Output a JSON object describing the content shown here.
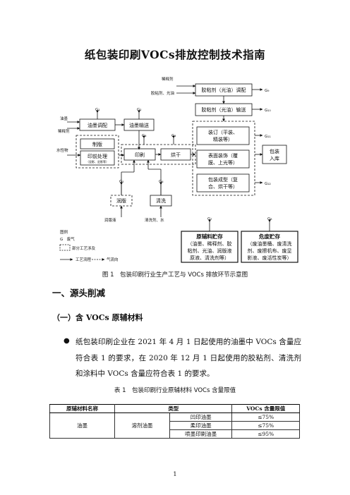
{
  "doc": {
    "title": "纸包装印刷VOCs排放控制技术指南",
    "figure_caption": "图 1　包装印刷行业生产工艺与 VOCs 排放环节示意图",
    "section_heading": "一、源头削减",
    "subsection_heading": "（一）含 VOCs 原辅材料",
    "bullet_symbol": "●",
    "paragraph": "纸包装印刷企业在 2021 年 4 月 1 日起使用的油墨中 VOCs 含量应符合表 1 的要求，在 2020 年 12 月 1 日起使用的胶粘剂、清洗剂和涂料中 VOCs 含量应符合表 1 的要求。",
    "table_caption": "表 1　包装印刷行业原辅材料 VOCs 含量限值",
    "page_number": "1"
  },
  "flow": {
    "inputs": {
      "thinner": "稀释剂",
      "glue": "胶粘剂、光油",
      "ink": "油墨",
      "ink_thinner": "稀释剂",
      "water_based": "水性物",
      "fountain": "润版液",
      "cleaning": "清洗剂、水"
    },
    "boxes": {
      "glue_mix": "胶粘剂（光油）调配",
      "glue_feed": "胶粘剂（光油）输送",
      "ink_mix": "油墨调配",
      "ink_feed": "油墨输送",
      "plate_making": "制版",
      "prepress": "印前处理",
      "prepress_sub": "（显影、定影等）",
      "printing": "印刷",
      "drying": "烘干",
      "dampening": "润版",
      "cleaning": "清洗",
      "binding_l1": "装订（平装、",
      "binding_l2": "精装等）",
      "finishing_l1": "表面装饰（覆",
      "finishing_l2": "膜、上光等）",
      "forming_l1": "包装成型（复",
      "forming_l2": "合、烘干等）",
      "storage": "包装入库",
      "raw_storage_title": "原辅料贮存",
      "raw_storage_l1": "（油墨、稀释剂、胶",
      "raw_storage_l2": "粘剂、光油、润版液",
      "raw_storage_l3": "原液、清洗剂等）",
      "hazard_title": "危废贮存",
      "hazard_l1": "（废油墨桶、废清洗",
      "hazard_l2": "剂、废擦机布、废显",
      "hazard_l3": "影液、废活性炭等）"
    },
    "gas_labels": {
      "g1": "G₁",
      "g2": "G₂",
      "g3": "G₃",
      "g4": "G₄",
      "g5": "G₅",
      "g6": "G₆",
      "g7": "G₇",
      "g8": "G₈",
      "g9": "G₉",
      "g10": "G₁₀",
      "g11": "G₁₁",
      "g12": "G₁₂"
    },
    "legend": {
      "title": "图例",
      "gas": "G　废气",
      "partial": "部分工艺涉及",
      "process": "工艺流程",
      "gasflow": "气流向"
    }
  },
  "table": {
    "headers": [
      "原辅材料名称",
      "类型",
      "VOCs 含量限值"
    ],
    "rows": [
      {
        "material": "油墨",
        "category": "溶剂油墨",
        "subtype": "凹印油墨",
        "limit": "≤75%"
      },
      {
        "material": "",
        "category": "",
        "subtype": "柔印油墨",
        "limit": "≤75%"
      },
      {
        "material": "",
        "category": "",
        "subtype": "喷墨印刷油墨",
        "limit": "≤95%"
      }
    ]
  }
}
